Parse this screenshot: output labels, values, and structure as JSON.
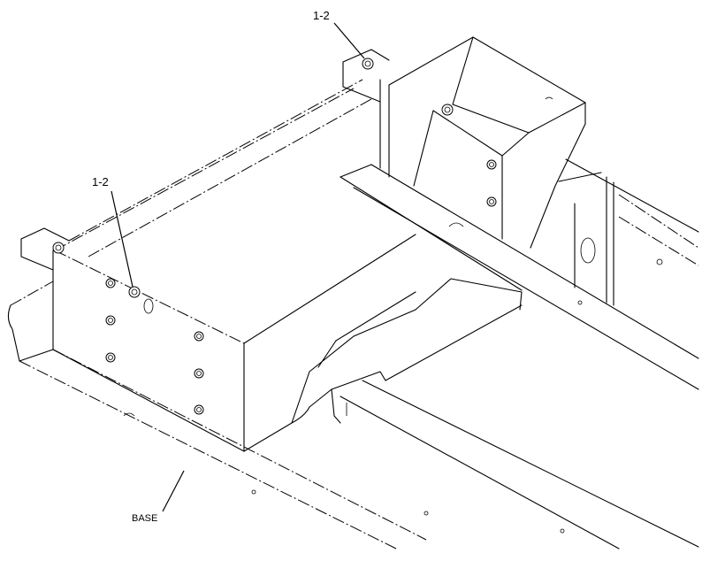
{
  "callouts": {
    "top": "1-2",
    "left": "1-2",
    "base": "BASE"
  },
  "icons": {
    "bolt": "hex-bolt-icon"
  }
}
